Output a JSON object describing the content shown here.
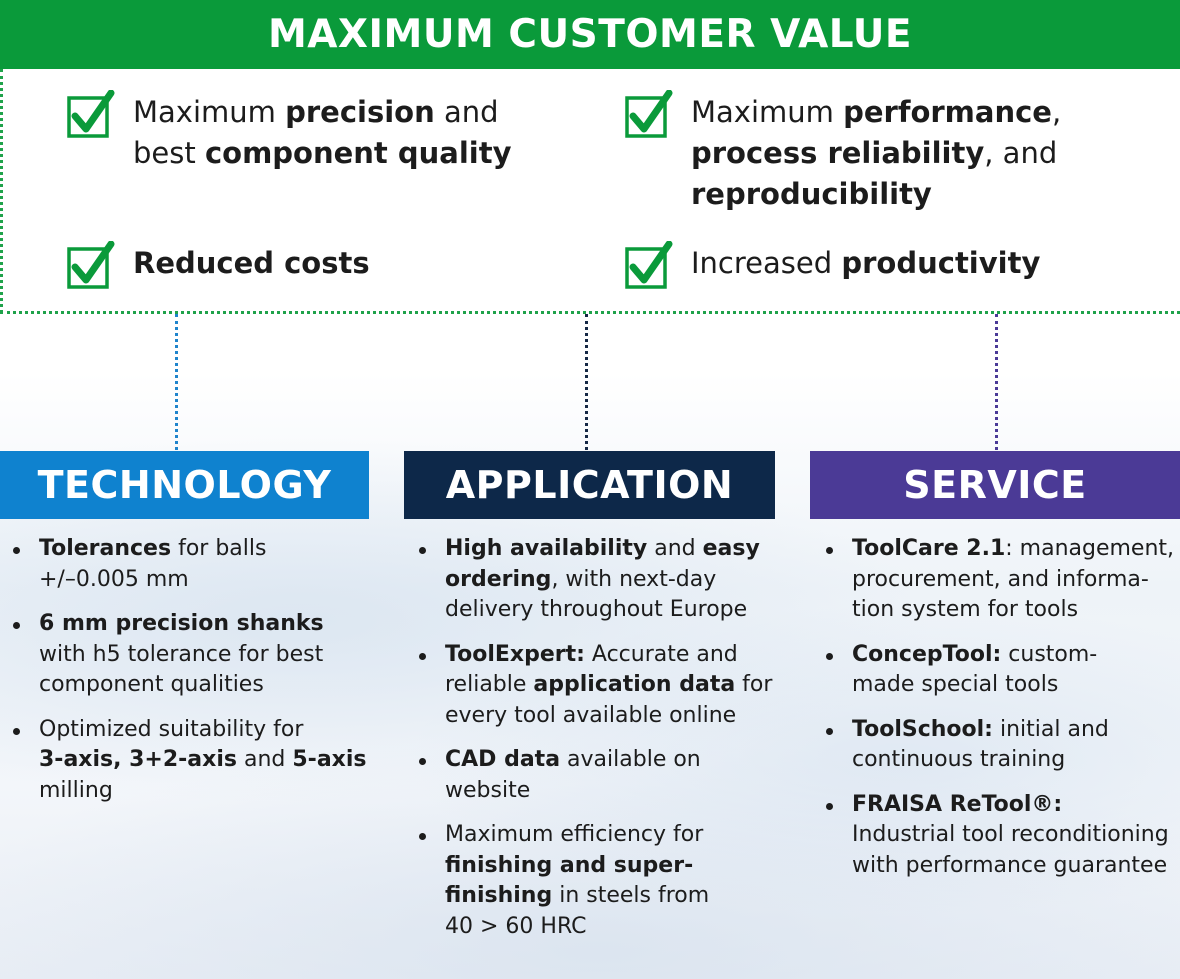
{
  "header": {
    "title": "MAXIMUM CUSTOMER VALUE"
  },
  "values": [
    {
      "lines": [
        [
          {
            "t": "Maximum ",
            "b": false
          },
          {
            "t": "precision",
            "b": true
          },
          {
            "t": " and",
            "b": false
          }
        ],
        [
          {
            "t": "best ",
            "b": false
          },
          {
            "t": "component quality",
            "b": true
          }
        ]
      ]
    },
    {
      "lines": [
        [
          {
            "t": "Maximum ",
            "b": false
          },
          {
            "t": "performance",
            "b": true
          },
          {
            "t": ",",
            "b": false
          }
        ],
        [
          {
            "t": "process reliability",
            "b": true
          },
          {
            "t": ", and",
            "b": false
          }
        ],
        [
          {
            "t": "reproducibility",
            "b": true
          }
        ]
      ]
    },
    {
      "lines": [
        [
          {
            "t": "Reduced costs",
            "b": true
          }
        ]
      ]
    },
    {
      "lines": [
        [
          {
            "t": "Increased ",
            "b": false
          },
          {
            "t": "productivity",
            "b": true
          }
        ]
      ]
    }
  ],
  "columns": [
    {
      "title": "TECHNOLOGY",
      "items": [
        [
          [
            {
              "t": "Tolerances",
              "b": true
            },
            {
              "t": " for balls",
              "b": false
            }
          ],
          [
            {
              "t": "+/–0.005 mm",
              "b": false
            }
          ]
        ],
        [
          [
            {
              "t": "6 mm precision shanks",
              "b": true
            }
          ],
          [
            {
              "t": "with h5 tolerance for best",
              "b": false
            }
          ],
          [
            {
              "t": "component qualities",
              "b": false
            }
          ]
        ],
        [
          [
            {
              "t": "Optimized suitability for",
              "b": false
            }
          ],
          [
            {
              "t": "3-axis, 3+2-axis",
              "b": true
            },
            {
              "t": " and ",
              "b": false
            },
            {
              "t": "5-axis",
              "b": true
            }
          ],
          [
            {
              "t": "milling",
              "b": false
            }
          ]
        ]
      ]
    },
    {
      "title": "APPLICATION",
      "items": [
        [
          [
            {
              "t": "High availability",
              "b": true
            },
            {
              "t": " and ",
              "b": false
            },
            {
              "t": "easy",
              "b": true
            }
          ],
          [
            {
              "t": "ordering",
              "b": true
            },
            {
              "t": ", with next-day",
              "b": false
            }
          ],
          [
            {
              "t": "delivery throughout Europe",
              "b": false
            }
          ]
        ],
        [
          [
            {
              "t": "ToolExpert:",
              "b": true
            },
            {
              "t": " Accurate and",
              "b": false
            }
          ],
          [
            {
              "t": "reliable ",
              "b": false
            },
            {
              "t": "application data",
              "b": true
            },
            {
              "t": " for",
              "b": false
            }
          ],
          [
            {
              "t": "every tool available online",
              "b": false
            }
          ]
        ],
        [
          [
            {
              "t": "CAD data",
              "b": true
            },
            {
              "t": " available on",
              "b": false
            }
          ],
          [
            {
              "t": "website",
              "b": false
            }
          ]
        ],
        [
          [
            {
              "t": "Maximum efficiency for",
              "b": false
            }
          ],
          [
            {
              "t": "finishing and super-",
              "b": true
            }
          ],
          [
            {
              "t": "finishing",
              "b": true
            },
            {
              "t": " in steels from",
              "b": false
            }
          ],
          [
            {
              "t": "40 > 60 HRC",
              "b": false
            }
          ]
        ]
      ]
    },
    {
      "title": "SERVICE",
      "items": [
        [
          [
            {
              "t": "ToolCare 2.1",
              "b": true
            },
            {
              "t": ": management,",
              "b": false
            }
          ],
          [
            {
              "t": "procurement, and informa-",
              "b": false
            }
          ],
          [
            {
              "t": "tion system for tools",
              "b": false
            }
          ]
        ],
        [
          [
            {
              "t": "ConcepTool:",
              "b": true
            },
            {
              "t": " custom-",
              "b": false
            }
          ],
          [
            {
              "t": "made special tools",
              "b": false
            }
          ]
        ],
        [
          [
            {
              "t": "ToolSchool:",
              "b": true
            },
            {
              "t": " initial and",
              "b": false
            }
          ],
          [
            {
              "t": "continuous training",
              "b": false
            }
          ]
        ],
        [
          [
            {
              "t": "FRAISA ReTool®:",
              "b": true
            }
          ],
          [
            {
              "t": "Industrial tool reconditioning",
              "b": false
            }
          ],
          [
            {
              "t": "with performance guarantee",
              "b": false
            }
          ]
        ]
      ]
    }
  ],
  "colors": {
    "green": "#0a9a3a",
    "technology": "#0f82cf",
    "application": "#0d2849",
    "service": "#4b3a96"
  }
}
